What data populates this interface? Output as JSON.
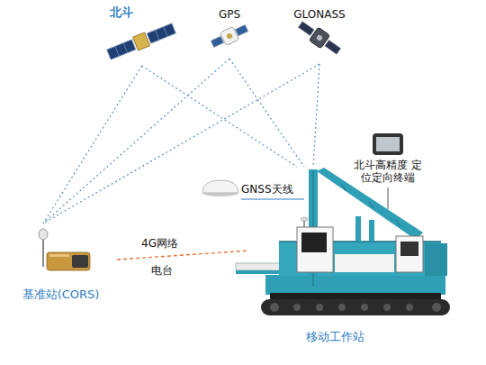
{
  "diagram": {
    "nodes": [
      {
        "text": [
          "北斗"
        ]
      },
      {
        "text": [
          "GPS"
        ]
      },
      {
        "text": [
          "GLONASS"
        ]
      },
      {
        "text": [
          "基准站(CORS)"
        ]
      },
      {
        "text": [
          "移动工作站"
        ]
      }
    ],
    "edges": [
      {
        "from": 0,
        "to": 3,
        "arrow": "none"
      },
      {
        "from": 1,
        "to": 3,
        "arrow": "none"
      },
      {
        "from": 2,
        "to": 3,
        "arrow": "none"
      },
      {
        "from": 0,
        "to": 4,
        "arrow": "none"
      },
      {
        "from": 1,
        "to": 4,
        "arrow": "none"
      },
      {
        "from": 2,
        "to": 4,
        "arrow": "none"
      },
      {
        "from": 3,
        "to": 4,
        "label": "4G网络",
        "arrow": "none"
      }
    ],
    "labels": [
      "GNSS天线",
      "北斗高精度 定位定向终端",
      "电台"
    ]
  }
}
